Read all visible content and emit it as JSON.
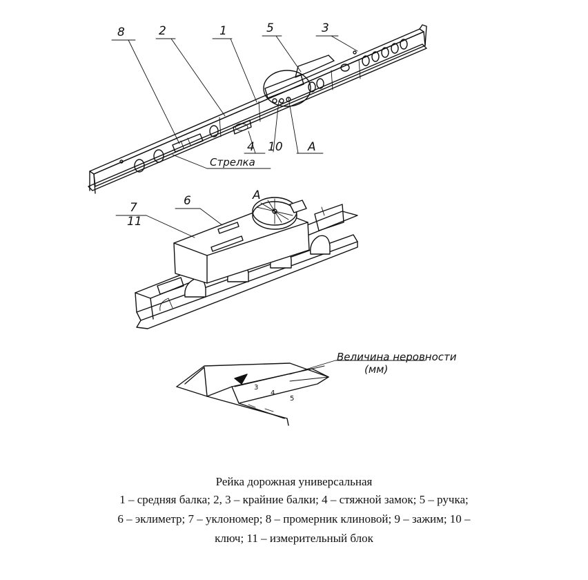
{
  "figure": {
    "labels_top": [
      "8",
      "2",
      "1",
      "5",
      "3",
      "4",
      "10",
      "A",
      "Стрелка"
    ],
    "labels_mid": [
      "7",
      "6",
      "11",
      "A"
    ],
    "labels_bottom": [
      "Величина неровности",
      "(мм)",
      "3",
      "4",
      "5"
    ]
  },
  "caption": {
    "title": "Рейка дорожная универсальная",
    "line1": "1 – средняя балка; 2, 3 – крайние балки; 4 – стяжной замок; 5 – ручка;",
    "line2": "6 – эклиметр; 7 – уклономер; 8 – промерник клиновой; 9 – зажим; 10 –",
    "line3": "ключ; 11 – измерительный блок"
  }
}
